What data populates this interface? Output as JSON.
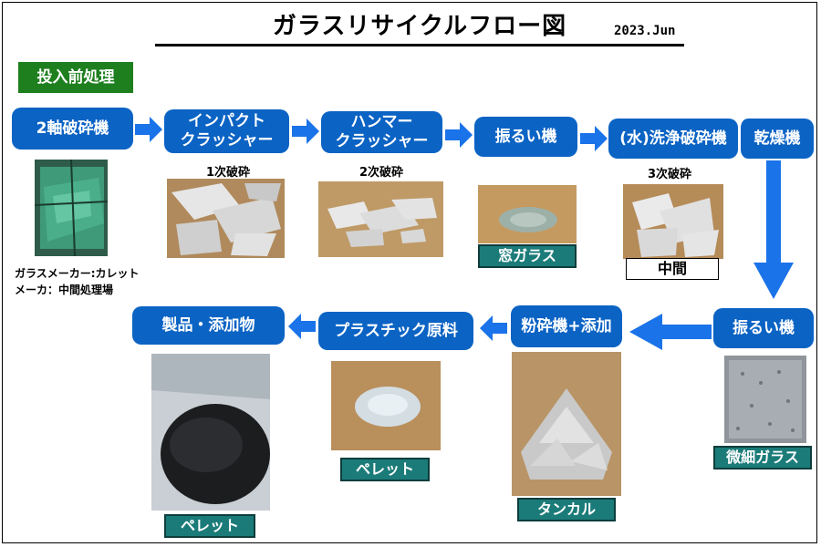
{
  "title": "ガラスリサイクルフロー図",
  "date": "2023.Jun",
  "pre_treatment_label": "投入前処理",
  "steps": [
    {
      "label": "2軸破砕機"
    },
    {
      "label": "インパクト\nクラッシャー"
    },
    {
      "label": "ハンマー\nクラッシャー"
    },
    {
      "label": "振るい機"
    },
    {
      "label": "(水)洗浄破砕機"
    },
    {
      "label": "乾燥機"
    },
    {
      "label": "振るい機"
    },
    {
      "label": "粉砕機+添加"
    },
    {
      "label": "プラスチック原料"
    },
    {
      "label": "製品・添加物"
    }
  ],
  "stage_labels": [
    "1次破砕",
    "2次破砕",
    "3次破砕"
  ],
  "captions": {
    "window_glass": "窓ガラス",
    "intermediate": "中間",
    "fine_glass": "微細ガラス",
    "talc": "タンカル",
    "pellet_1": "ペレット",
    "pellet_2": "ペレット"
  },
  "notes": [
    "ガラスメーカー:カレット",
    "メーカ：中間処理場"
  ],
  "colors": {
    "step_box": "#0b63c4",
    "arrow": "#1a73e8",
    "caption": "#1b7b79",
    "pre_tag": "#1e7f1e"
  }
}
